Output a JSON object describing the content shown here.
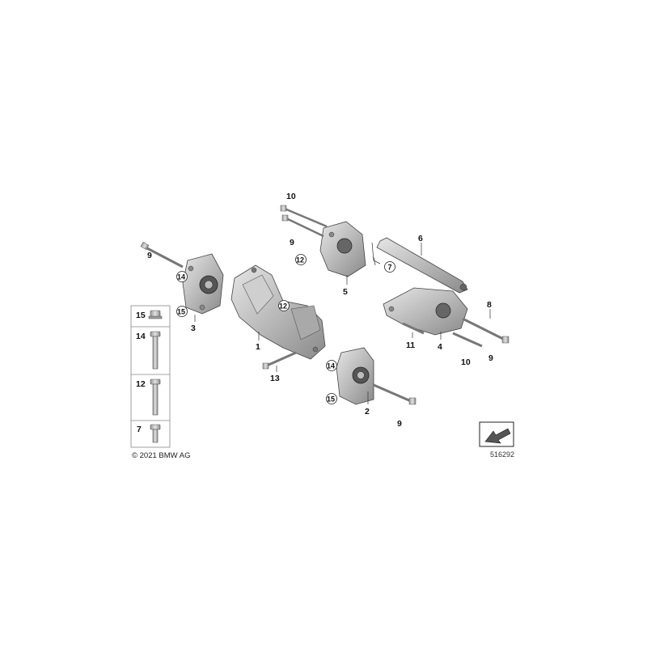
{
  "diagram": {
    "copyright": "© 2021 BMW AG",
    "reference_number": "516292",
    "callouts": {
      "p1": "1",
      "p2": "2",
      "p3": "3",
      "p4": "4",
      "p5": "5",
      "p6": "6",
      "p7": "7",
      "p8": "8",
      "p9a": "9",
      "p9b": "9",
      "p9c": "9",
      "p9d": "9",
      "p10a": "10",
      "p10b": "10",
      "p11": "11",
      "p12a": "12",
      "p12b": "12",
      "p13": "13",
      "p14a": "14",
      "p14b": "14",
      "p15a": "15",
      "p15b": "15"
    },
    "legend": [
      {
        "label": "15"
      },
      {
        "label": "14"
      },
      {
        "label": "12"
      },
      {
        "label": "7"
      }
    ]
  }
}
